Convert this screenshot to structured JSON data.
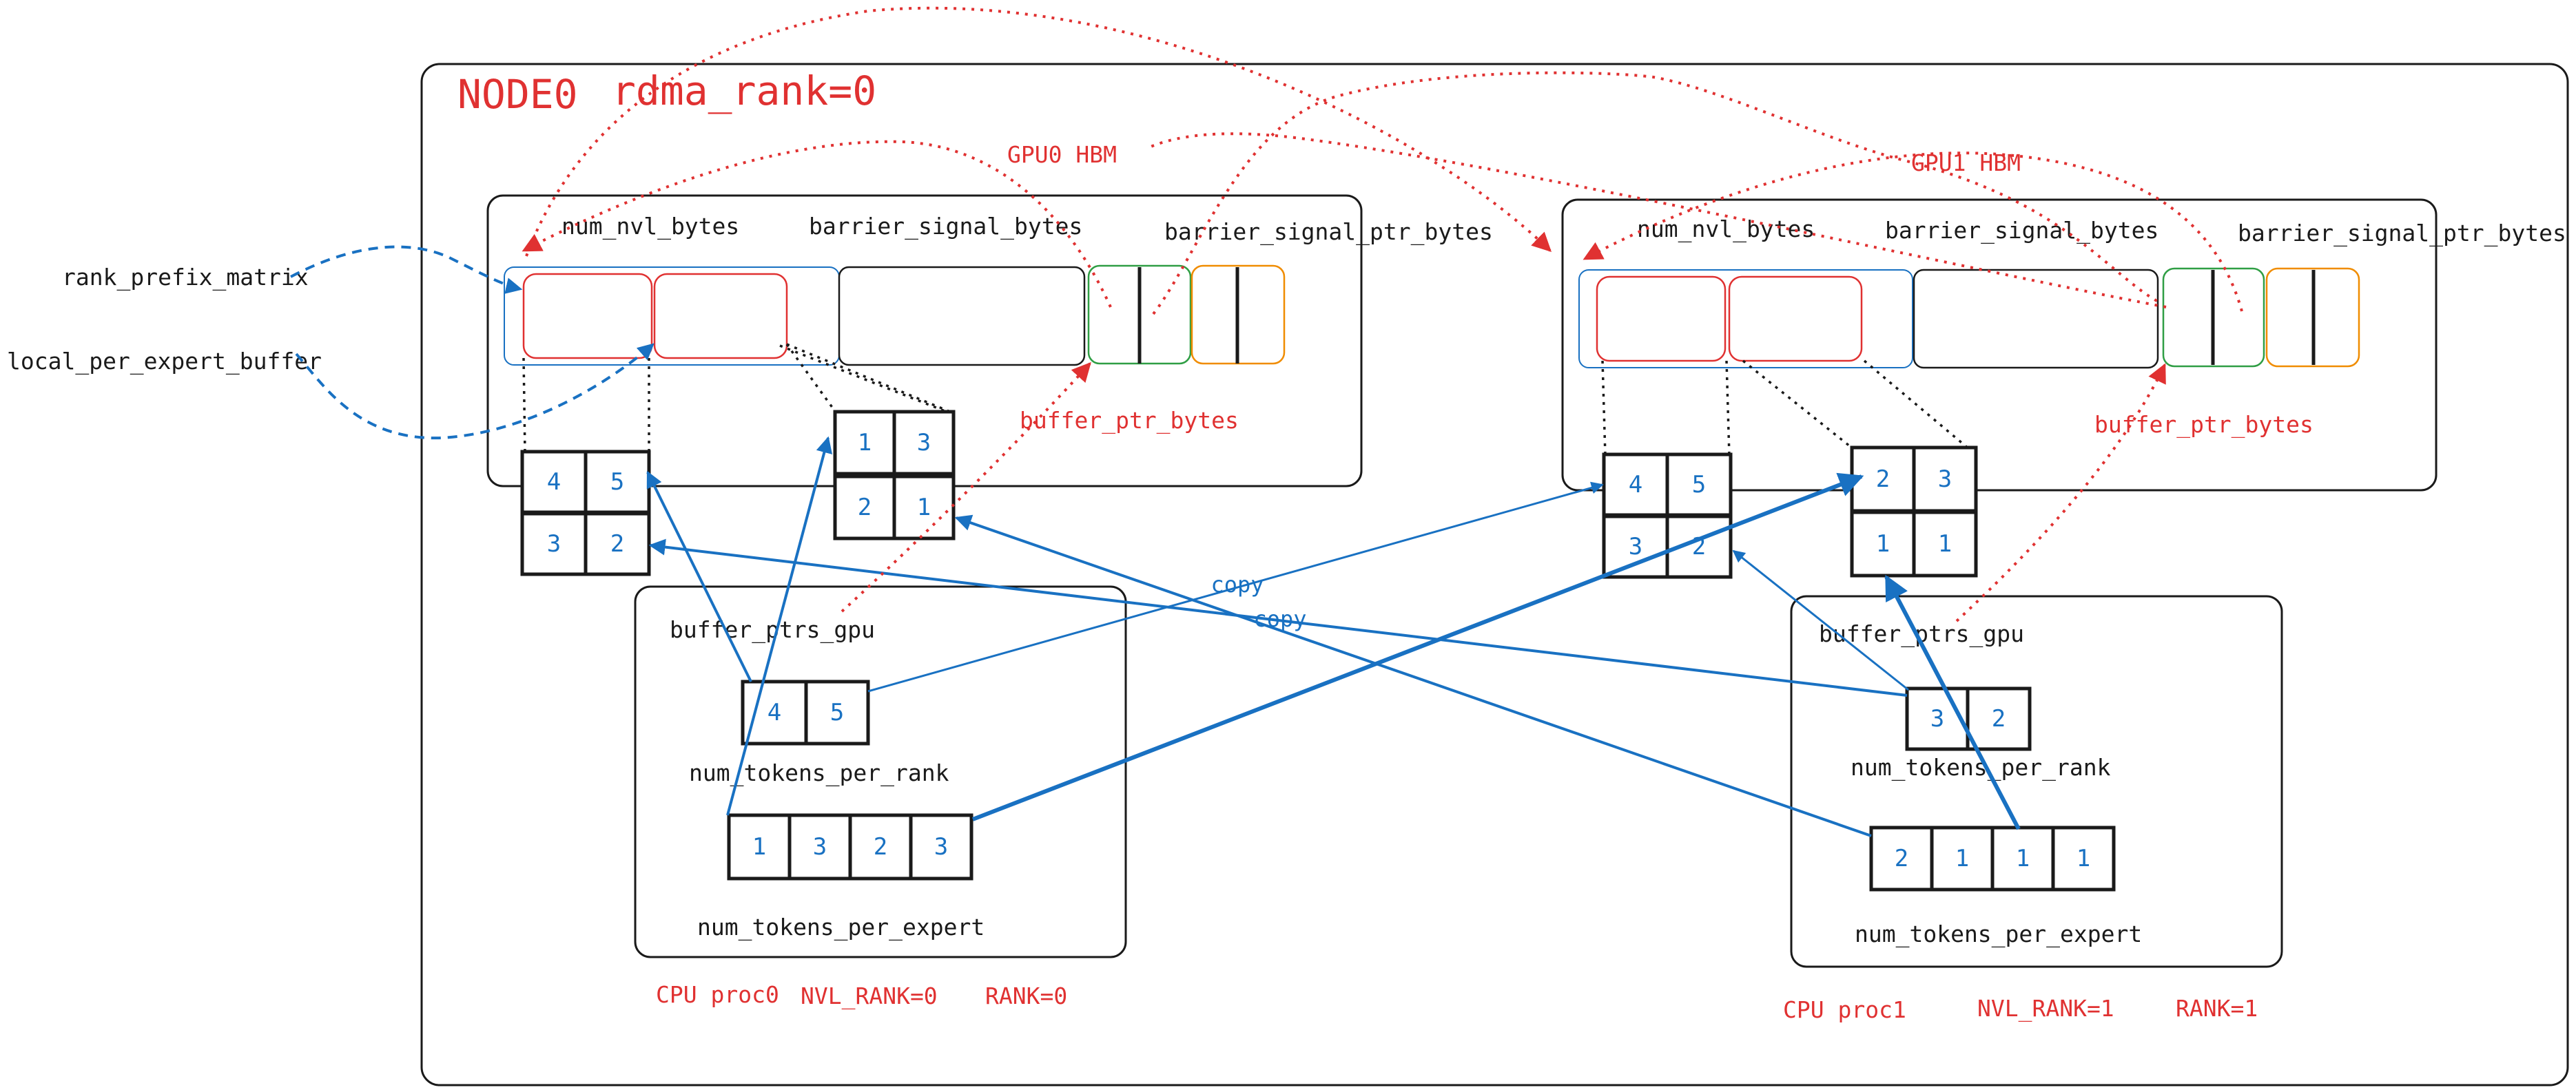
{
  "node": {
    "title": "NODE0",
    "rdma": "rdma_rank=0"
  },
  "left_labels": {
    "rank_prefix_matrix": "rank_prefix_matrix",
    "local_per_expert_buffer": "local_per_expert_buffer"
  },
  "gpu0": {
    "title": "GPU0 HBM",
    "num_nvl_bytes": "num_nvl_bytes",
    "barrier_signal_bytes": "barrier_signal_bytes",
    "barrier_signal_ptr_bytes": "barrier_signal_ptr_bytes",
    "buffer_ptr_bytes": "buffer_ptr_bytes",
    "matrix_a": [
      "4",
      "5",
      "3",
      "2"
    ],
    "matrix_b": [
      "1",
      "3",
      "2",
      "1"
    ]
  },
  "gpu1": {
    "title": "GPU1 HBM",
    "num_nvl_bytes": "num_nvl_bytes",
    "barrier_signal_bytes": "barrier_signal_bytes",
    "barrier_signal_ptr_bytes": "barrier_signal_ptr_bytes",
    "buffer_ptr_bytes": "buffer_ptr_bytes",
    "matrix_a": [
      "4",
      "5",
      "3",
      "2"
    ],
    "matrix_b": [
      "2",
      "3",
      "1",
      "1"
    ]
  },
  "cpu0": {
    "buffer_ptrs_gpu": "buffer_ptrs_gpu",
    "num_tokens_per_rank_label": "num_tokens_per_rank",
    "num_tokens_per_rank": [
      "4",
      "5"
    ],
    "num_tokens_per_expert_label": "num_tokens_per_expert",
    "num_tokens_per_expert": [
      "1",
      "3",
      "2",
      "3"
    ],
    "proc": "CPU proc0",
    "nvl_rank": "NVL_RANK=0",
    "rank": "RANK=0"
  },
  "cpu1": {
    "buffer_ptrs_gpu": "buffer_ptrs_gpu",
    "num_tokens_per_rank_label": "num_tokens_per_rank",
    "num_tokens_per_rank": [
      "3",
      "2"
    ],
    "num_tokens_per_expert_label": "num_tokens_per_expert",
    "num_tokens_per_expert": [
      "2",
      "1",
      "1",
      "1"
    ],
    "proc": "CPU proc1",
    "nvl_rank": "NVL_RANK=1",
    "rank": "RANK=1"
  },
  "copy_labels": [
    "copy",
    "copy"
  ],
  "colors": {
    "red": "#e03131",
    "blue": "#1971c2",
    "green": "#2f9e44",
    "orange": "#f08c00",
    "black": "#1a1a1a"
  }
}
